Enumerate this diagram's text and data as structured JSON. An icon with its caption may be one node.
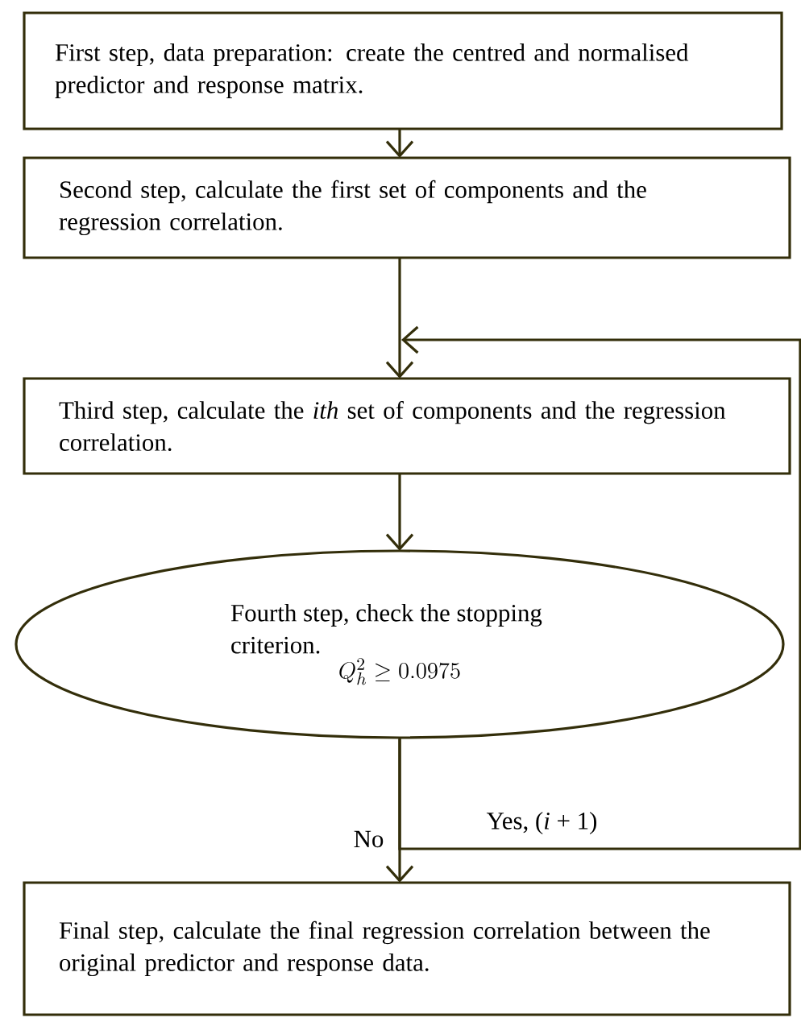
{
  "diagram": {
    "nodes": [
      {
        "text": [
          "First step, data preparation: create the centred and normalised predictor and response matrix."
        ]
      },
      {
        "text": [
          "Second step, calculate the first set of components and the regression correlation."
        ]
      },
      {
        "text": [
          "Third step, calculate the *ith* set of components and the regression correlation."
        ]
      },
      {
        "text": [
          "Fourth step, check the stopping criterion.",
          "Q_h^2 \\geq 0.0975"
        ]
      },
      {
        "text": [
          "Final step, calculate the final regression correlation between the original predictor and response data."
        ]
      }
    ],
    "edges": [
      {
        "from": 0,
        "to": 1,
        "arrow": "to"
      },
      {
        "from": 1,
        "to": 2,
        "arrow": "to"
      },
      {
        "from": 2,
        "to": 3,
        "arrow": "to"
      },
      {
        "from": 3,
        "to": 4,
        "arrow": "to",
        "label": "No"
      },
      {
        "from": 3,
        "to": 2,
        "arrow": "to",
        "label": "Yes, (*i* + 1)"
      }
    ]
  }
}
